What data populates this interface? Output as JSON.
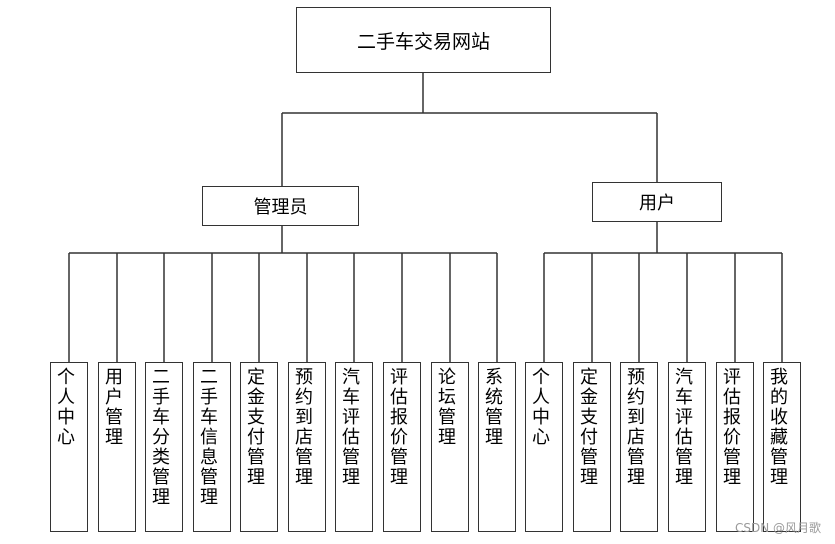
{
  "root": {
    "label": "二手车交易网站"
  },
  "admin": {
    "label": "管理员",
    "children": [
      "个人中心",
      "用户管理",
      "二手车分类管理",
      "二手车信息管理",
      "定金支付管理",
      "预约到店管理",
      "汽车评估管理",
      "评估报价管理",
      "论坛管理",
      "系统管理"
    ]
  },
  "user": {
    "label": "用户",
    "children": [
      "个人中心",
      "定金支付管理",
      "预约到店管理",
      "汽车评估管理",
      "评估报价管理",
      "我的收藏管理"
    ]
  },
  "watermark": "CSDN @风月歌"
}
